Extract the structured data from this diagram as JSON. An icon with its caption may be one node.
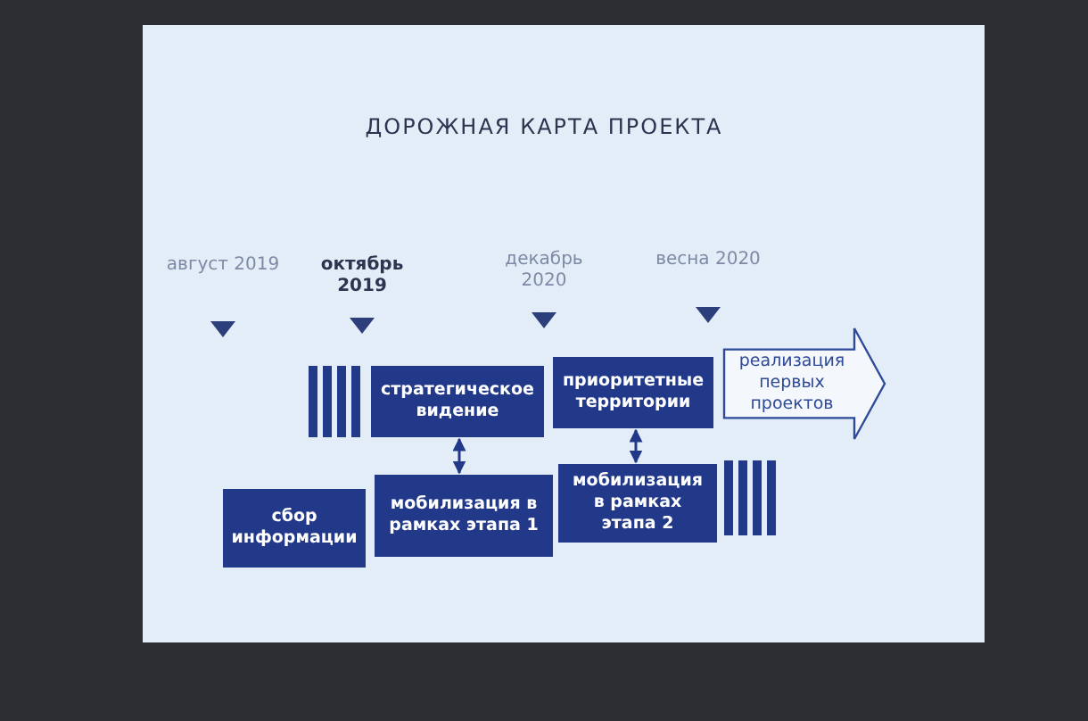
{
  "diagram": {
    "title": "ДОРОЖНАЯ КАРТА ПРОЕКТА",
    "nodes": [
      {
        "text": [
          "стратегическое видение"
        ]
      },
      {
        "text": [
          "приоритетные территории"
        ]
      },
      {
        "text": [
          "реализация первых проектов"
        ]
      },
      {
        "text": [
          "сбор информации"
        ]
      },
      {
        "text": [
          "мобилизация в рамках этапа 1"
        ]
      },
      {
        "text": [
          "мобилизация в рамках этапа 2"
        ]
      }
    ],
    "edges": [
      {
        "from": 0,
        "to": 4,
        "arrow": "both"
      },
      {
        "from": 1,
        "to": 5,
        "arrow": "both"
      }
    ],
    "labels": [
      "август 2019",
      "октябрь 2019",
      "декабрь 2020",
      "весна 2020"
    ]
  }
}
